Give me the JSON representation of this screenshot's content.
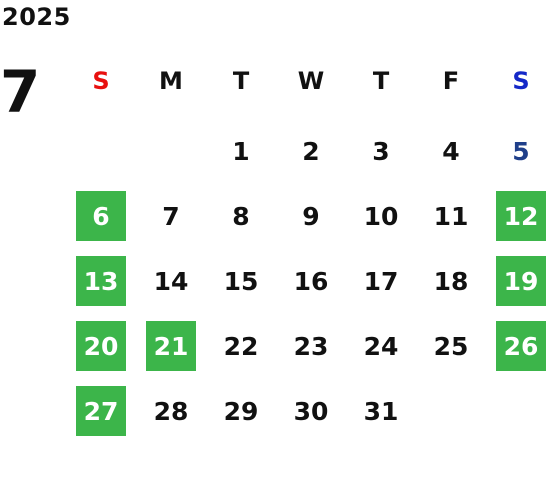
{
  "calendar": {
    "year": "2025",
    "month": "7",
    "weekdays": [
      "S",
      "M",
      "T",
      "W",
      "T",
      "F",
      "S"
    ],
    "weeks": [
      [
        "",
        "",
        "1",
        "2",
        "3",
        "4",
        "5"
      ],
      [
        "6",
        "7",
        "8",
        "9",
        "10",
        "11",
        "12"
      ],
      [
        "13",
        "14",
        "15",
        "16",
        "17",
        "18",
        "19"
      ],
      [
        "20",
        "21",
        "22",
        "23",
        "24",
        "25",
        "26"
      ],
      [
        "27",
        "28",
        "29",
        "30",
        "31",
        "",
        ""
      ]
    ],
    "highlighted_days": [
      "6",
      "12",
      "13",
      "19",
      "20",
      "21",
      "26",
      "27"
    ],
    "colors": {
      "sunday_header": "#e8100f",
      "saturday_header": "#1428c8",
      "saturday_text": "#1f3f8a",
      "highlight_background": "#3cb54a",
      "highlight_text": "#ffffff",
      "text": "#111111"
    }
  }
}
